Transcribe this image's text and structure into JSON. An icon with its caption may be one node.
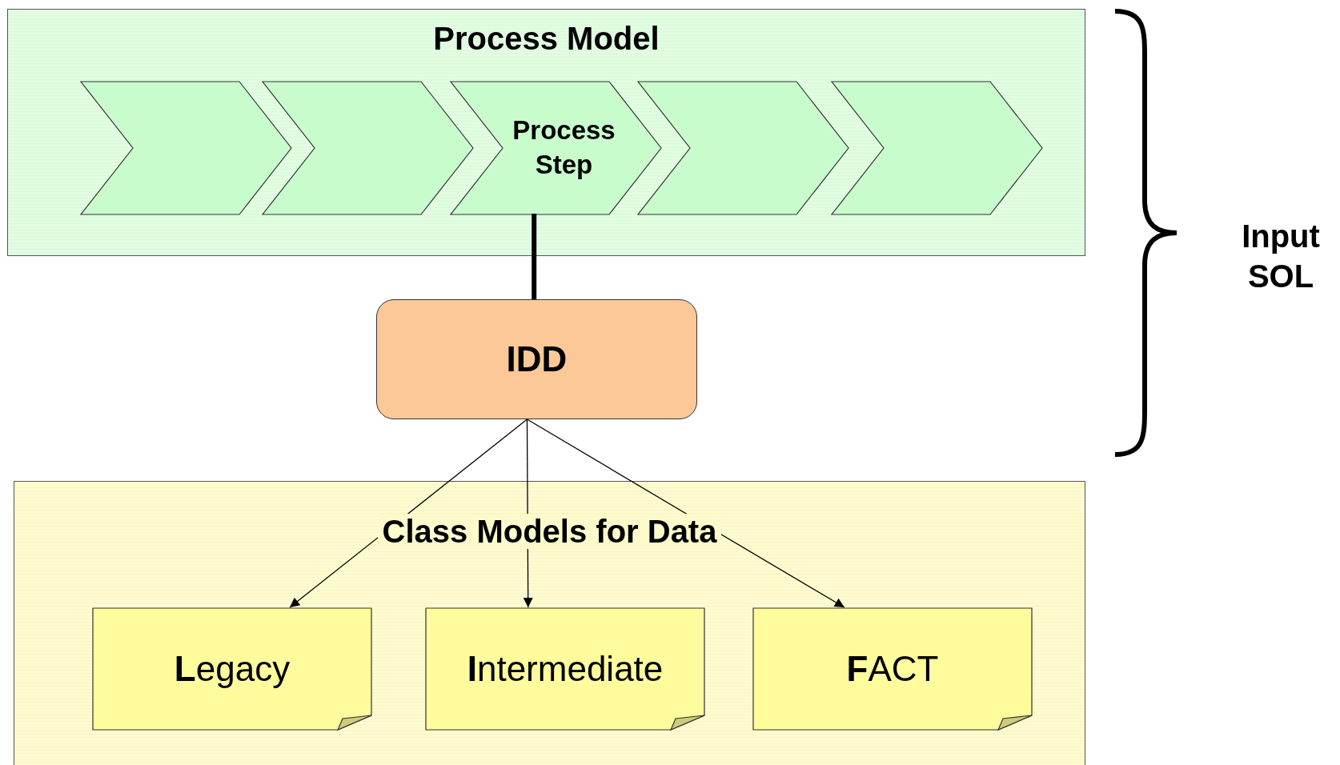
{
  "diagram": {
    "nodes": [
      {
        "text": [
          "Process Model"
        ]
      },
      {
        "text": [],
        "shape": "chevron",
        "in": 0
      },
      {
        "text": [],
        "shape": "chevron",
        "in": 0
      },
      {
        "text": [
          "Process Step"
        ],
        "in": 0
      },
      {
        "text": [],
        "shape": "chevron",
        "in": 0
      },
      {
        "text": [],
        "shape": "chevron",
        "in": 0
      },
      {
        "text": [
          "IDD"
        ]
      },
      {
        "text": [
          "Class Models for Data"
        ]
      },
      {
        "text": [
          "**L**egacy"
        ],
        "in": 7
      },
      {
        "text": [
          "**I**ntermediate"
        ],
        "in": 7
      },
      {
        "text": [
          "**F**ACT"
        ],
        "in": 7
      }
    ],
    "edges": [
      {
        "from": 3,
        "to": 6,
        "arrow": "none",
        "style": "thick"
      },
      {
        "from": 6,
        "to": 8,
        "arrow": "to"
      },
      {
        "from": 6,
        "to": 9,
        "arrow": "to"
      },
      {
        "from": 6,
        "to": 10,
        "arrow": "to"
      }
    ],
    "labels": [
      "Input SOL"
    ]
  }
}
